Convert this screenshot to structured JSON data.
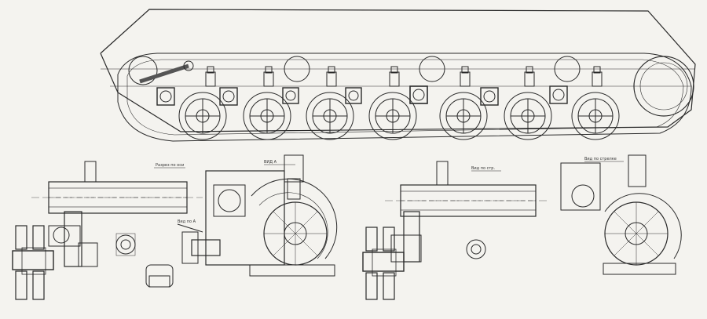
{
  "drawing": {
    "ink_color": "#2a2a2a",
    "paper_color": "#f4f3ef",
    "labels": {
      "left_housing_note": "Разрез по оси",
      "left_center_note": "ВИД А",
      "left_small_note": "Вид по А",
      "right_center_note": "Вид по стр.",
      "right_top_note": "Вид по стрелке"
    }
  }
}
